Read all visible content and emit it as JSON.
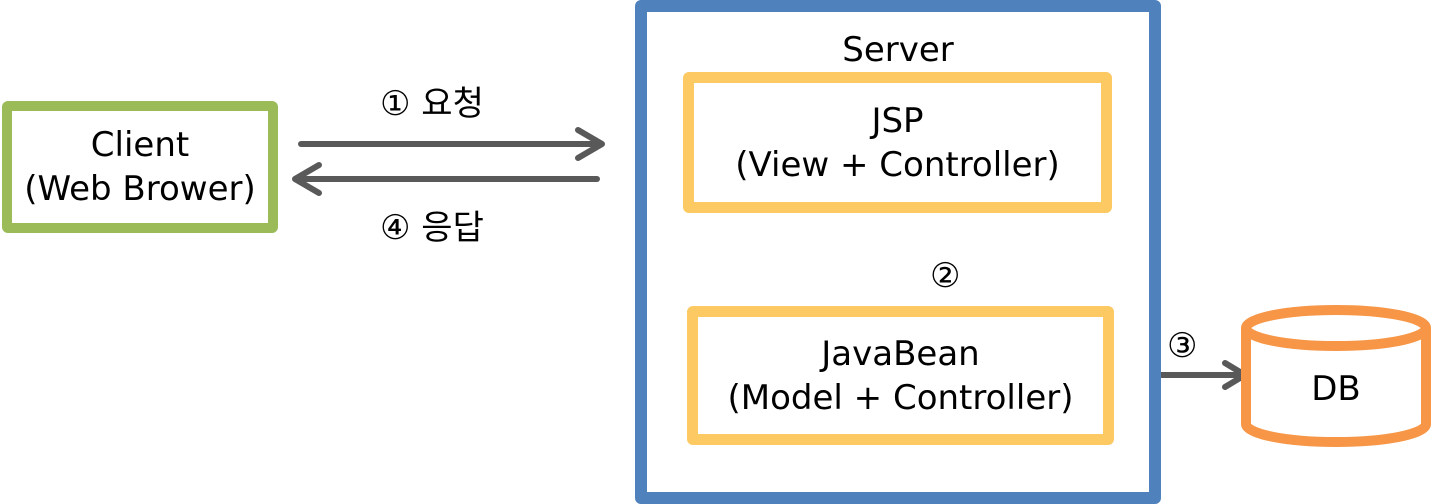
{
  "client": {
    "line1": "Client",
    "line2": "(Web Brower)"
  },
  "server": {
    "title": "Server",
    "jsp": {
      "line1": "JSP",
      "line2": "(View + Controller)"
    },
    "javabean": {
      "line1": "JavaBean",
      "line2": "(Model + Controller)"
    }
  },
  "db": {
    "label": "DB"
  },
  "steps": {
    "request": "① 요청",
    "response": "④ 응답",
    "step2": "②",
    "step3": "③"
  },
  "colors": {
    "client_border": "#9bbb59",
    "server_border": "#4f81bd",
    "component_border": "#fcc963",
    "db_border": "#f79646",
    "arrow": "#595959"
  }
}
